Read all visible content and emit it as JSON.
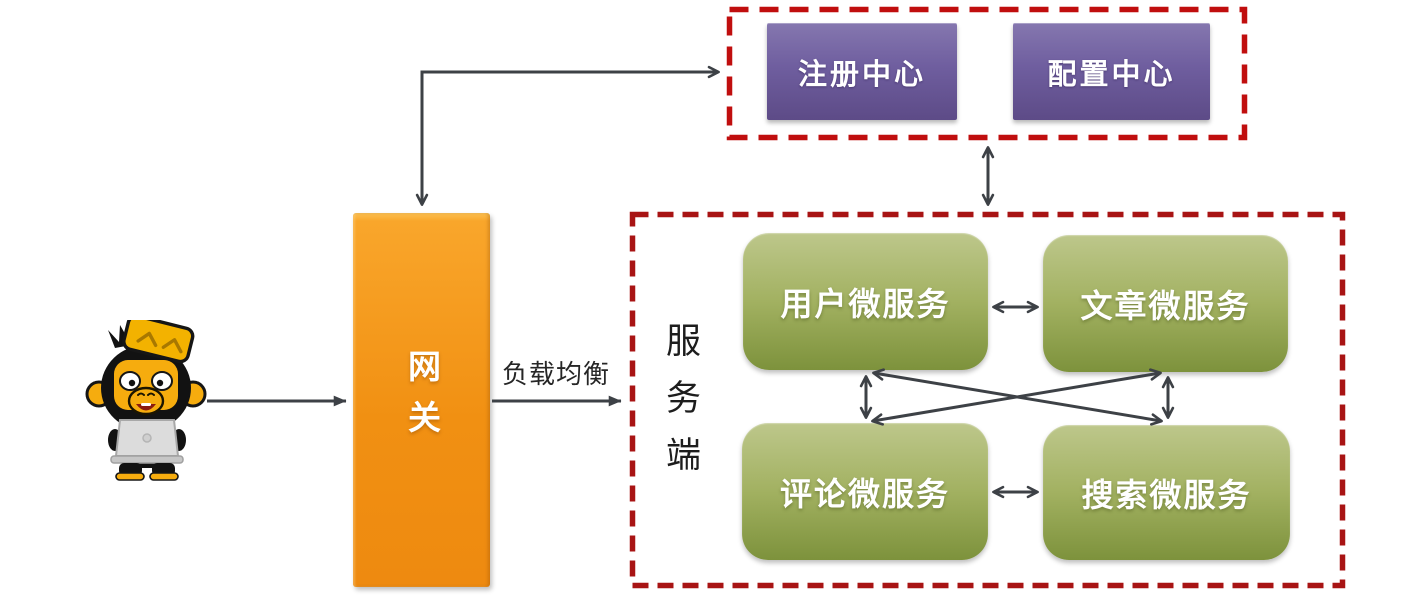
{
  "diagram": {
    "type": "microservice-architecture",
    "client": {
      "mascot": "developer-monkey-mascot"
    },
    "gateway": {
      "label": "网关"
    },
    "edge_labels": {
      "load_balance": "负载均衡"
    },
    "registry_group": {
      "registry_center": {
        "label": "注册中心"
      },
      "config_center": {
        "label": "配置中心"
      }
    },
    "server_group": {
      "label": "服务端",
      "services": {
        "user": {
          "label": "用户微服务"
        },
        "article": {
          "label": "文章微服务"
        },
        "comment": {
          "label": "评论微服务"
        },
        "search": {
          "label": "搜索微服务"
        }
      }
    },
    "colors": {
      "dashed_border_red_top": "#c00e0e",
      "dashed_border_red_server": "#a81414",
      "purple_box": "#6f5e9f",
      "orange_gateway": "#f19012",
      "green_service": "#a2b161",
      "arrow_gray": "#3d4146"
    }
  }
}
